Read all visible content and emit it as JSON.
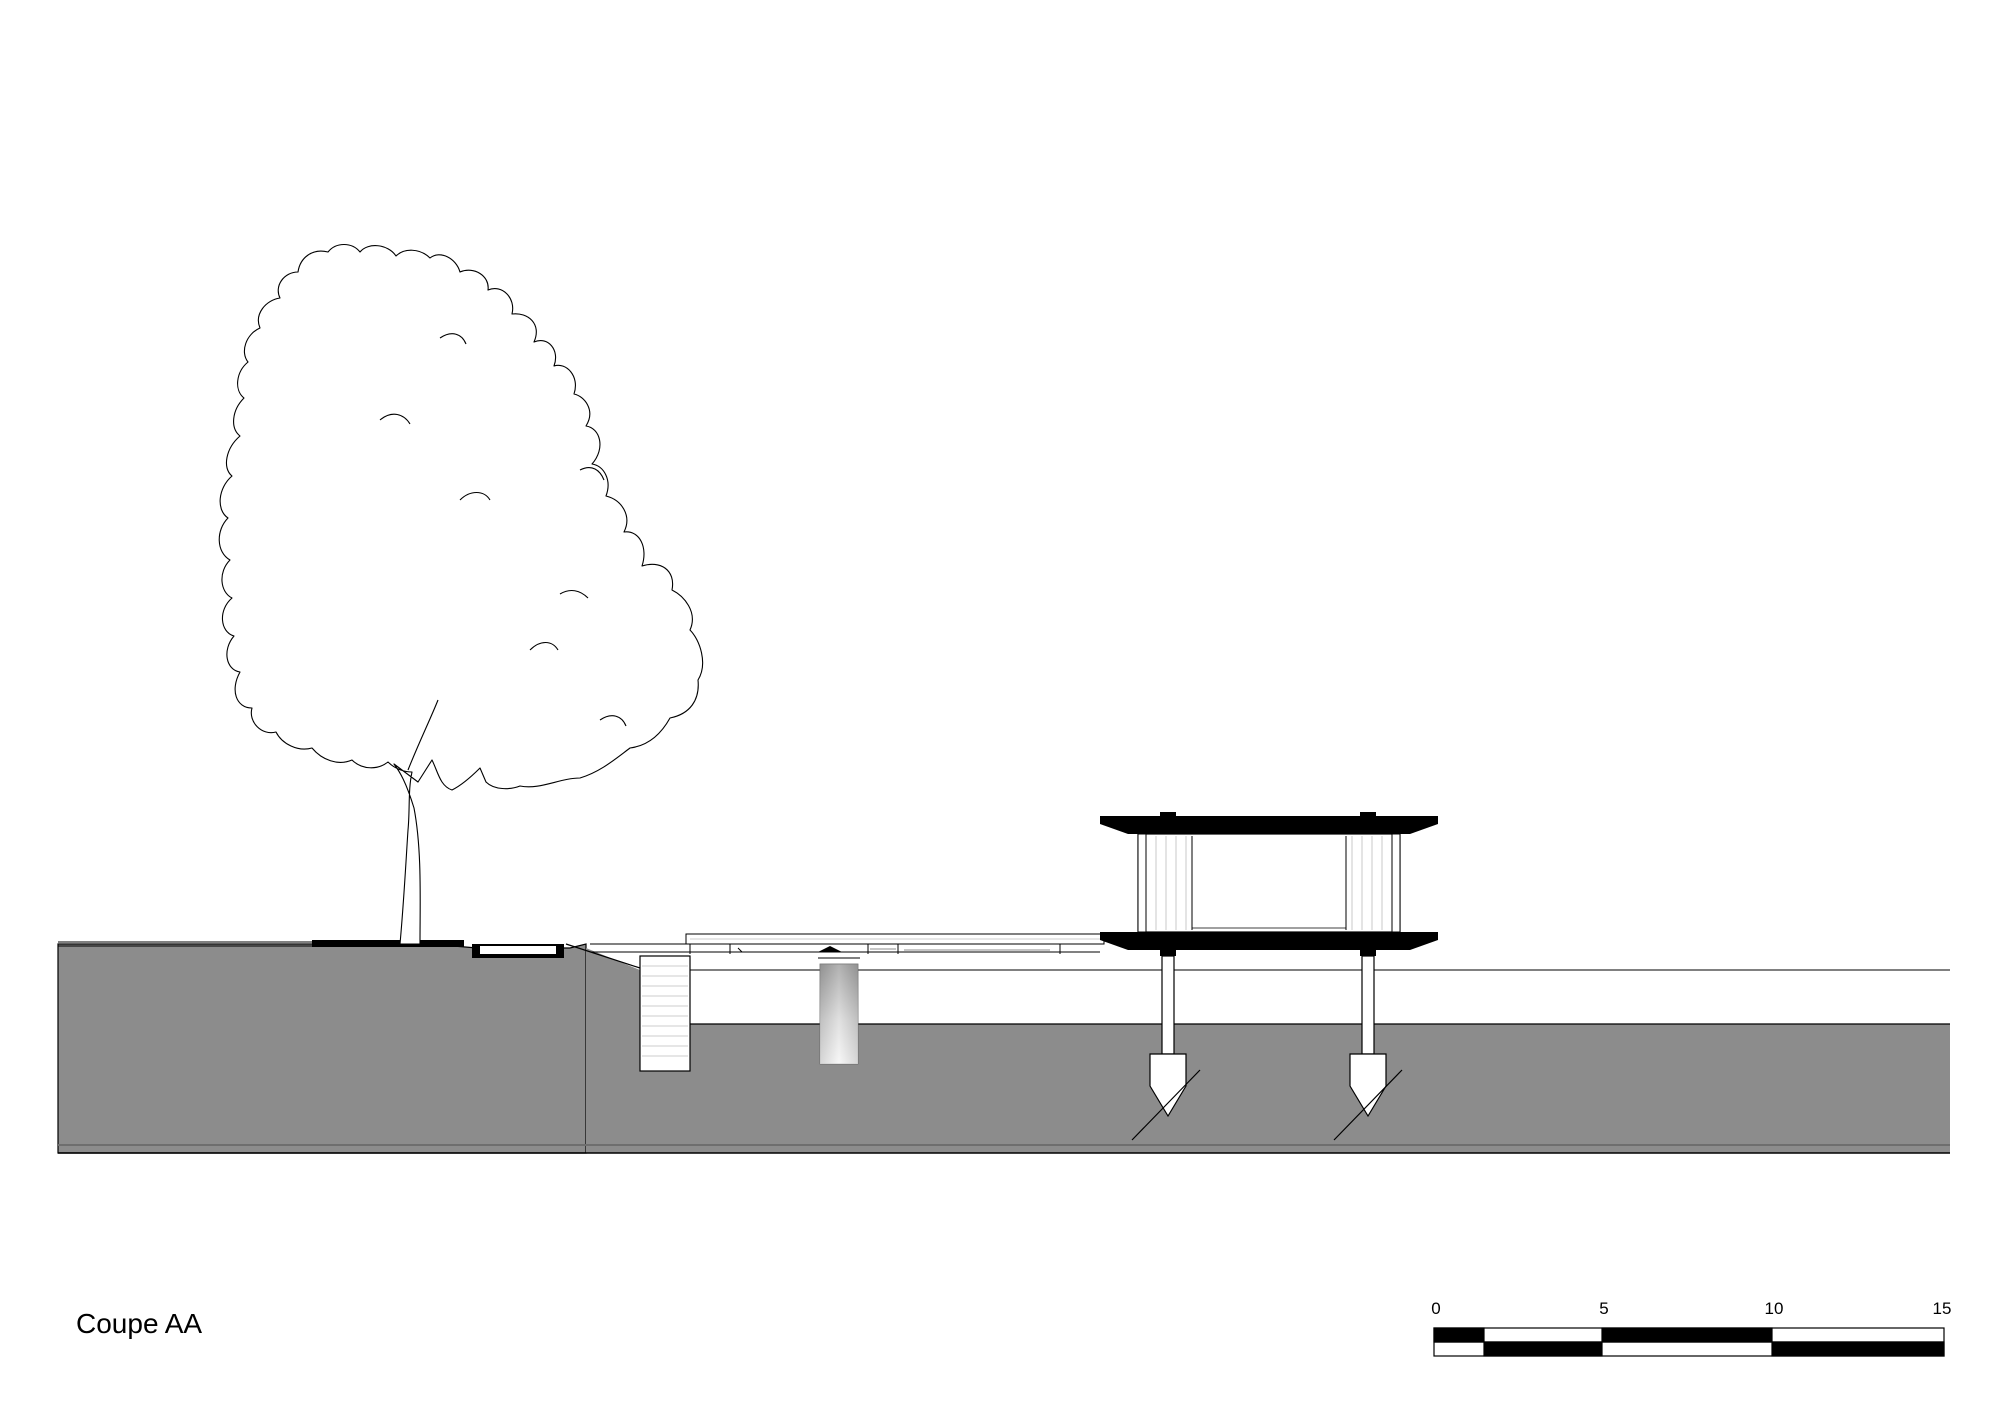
{
  "title": "Coupe AA",
  "scale_bar": {
    "labels": [
      "0",
      "5",
      "10",
      "15"
    ]
  },
  "colors": {
    "ground": "#8c8c8c",
    "line": "#000000",
    "background": "#ffffff"
  }
}
